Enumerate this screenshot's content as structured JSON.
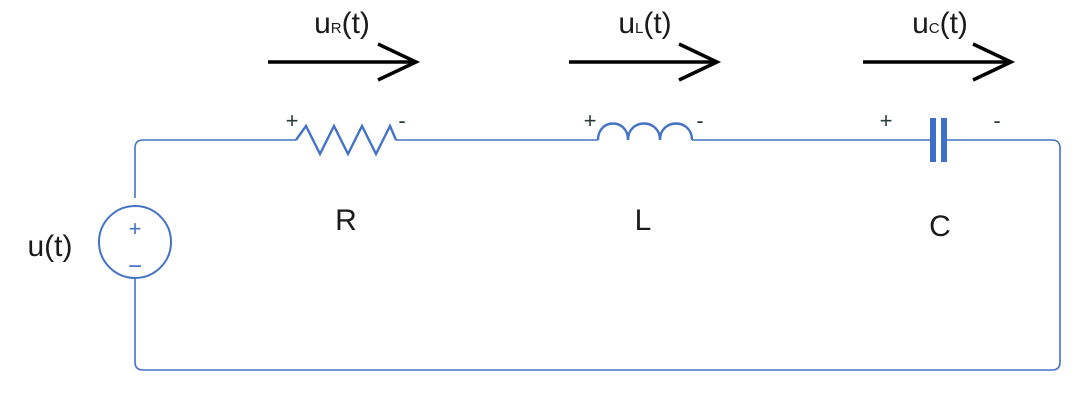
{
  "source": {
    "label": "u(t)",
    "plus": "+",
    "minus": "−"
  },
  "resistor": {
    "name": "R",
    "voltage_main": "u",
    "voltage_sub": "R",
    "voltage_tail": "(t)",
    "plus": "+",
    "minus": "-"
  },
  "inductor": {
    "name": "L",
    "voltage_main": "u",
    "voltage_sub": "L",
    "voltage_tail": "(t)",
    "plus": "+",
    "minus": "-"
  },
  "capacitor": {
    "name": "C",
    "voltage_main": "u",
    "voltage_sub": "C",
    "voltage_tail": "(t)",
    "plus": "+",
    "minus": "-"
  },
  "colors": {
    "wire": "#4472c4",
    "capacitor_plate": "#3e6fc9",
    "arrow": "#000000",
    "text": "#1a1a1a"
  }
}
